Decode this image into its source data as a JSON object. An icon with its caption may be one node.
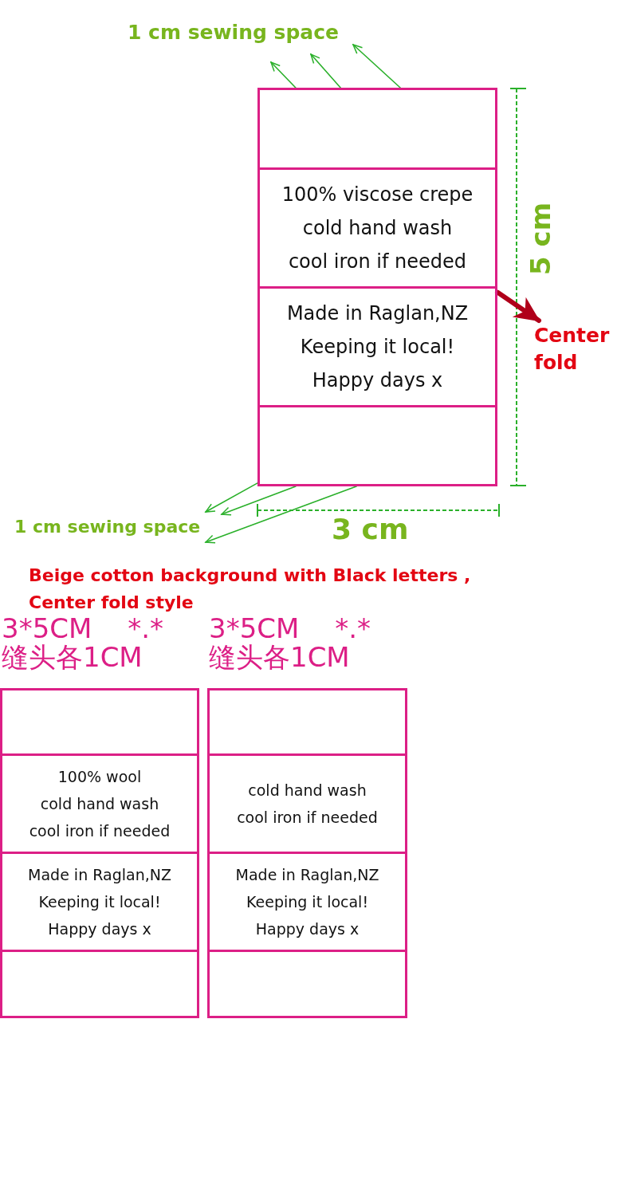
{
  "diagram": {
    "nodes": [
      {
        "text": [
          "1 cm sewing space"
        ]
      },
      {
        "text": [],
        "shape": "box"
      },
      {
        "text": [
          "100% viscose crepe cold hand wash cool iron if needed"
        ]
      },
      {
        "text": [
          "Made in Raglan,NZ Keeping it local! Happy days x"
        ]
      },
      {
        "text": [],
        "shape": "box"
      },
      {
        "text": [
          "Center fold"
        ]
      },
      {
        "text": [
          "1 cm sewing space"
        ]
      },
      {
        "text": [],
        "shape": "box"
      },
      {
        "text": [
          "100% wool cold hand wash cool iron if needed"
        ]
      },
      {
        "text": [
          "Made in Raglan,NZ Keeping it local! Happy days x"
        ]
      },
      {
        "text": [],
        "shape": "box"
      },
      {
        "text": [],
        "shape": "box"
      },
      {
        "text": [
          "cold hand wash cool iron if needed"
        ]
      },
      {
        "text": [
          "Made in Raglan,NZ Keeping it local! Happy days x"
        ]
      },
      {
        "text": [],
        "shape": "box"
      }
    ],
    "edges": [
      {
        "from": 1,
        "to": 0,
        "arrow": "to"
      },
      {
        "from": 1,
        "to": 0,
        "arrow": "to"
      },
      {
        "from": 1,
        "to": 0,
        "arrow": "to"
      },
      {
        "from": 4,
        "to": 6,
        "arrow": "to"
      },
      {
        "from": 4,
        "to": 6,
        "arrow": "to"
      },
      {
        "from": 4,
        "to": 6,
        "arrow": "to"
      },
      {
        "from": 3,
        "to": 5,
        "arrow": "to",
        "style": "thick",
        "color": "#b0001a"
      }
    ],
    "labels": [
      "5 cm",
      "3 cm",
      "Beige cotton background with Black letters , Center fold style",
      "3*5CM *.*",
      "3*5CM *.*",
      "缝头各1CM",
      "缝头各1CM"
    ]
  }
}
